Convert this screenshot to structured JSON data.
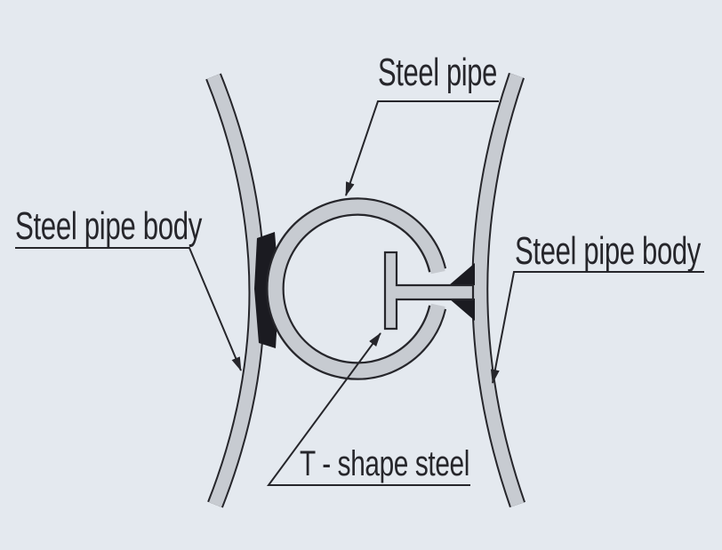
{
  "figure": {
    "type": "technical-diagram",
    "subject": "steel pipe sheet-pile interlock connector cross-section",
    "labels": {
      "steel_pipe": "Steel pipe",
      "steel_pipe_body_left": "Steel pipe body",
      "steel_pipe_body_right": "Steel pipe body",
      "t_shape_steel": "T - shape steel"
    }
  },
  "colors": {
    "bg": "#e4e9ef",
    "steel-fill": "#c7cbd1",
    "ink": "#26262b",
    "weld": "#1b1b21"
  }
}
